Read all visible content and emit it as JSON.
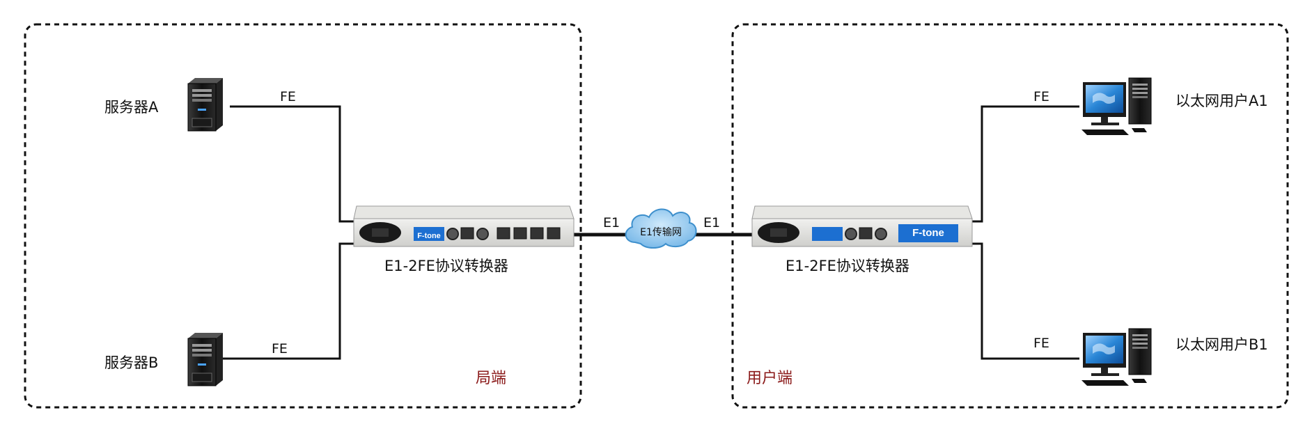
{
  "left_zone": {
    "label": "局端",
    "server_a": "服务器A",
    "server_b": "服务器B",
    "link_a": "FE",
    "link_b": "FE",
    "converter": "E1-2FE协议转换器",
    "brand": "F-tone"
  },
  "center": {
    "cloud": "E1传输网",
    "link_left": "E1",
    "link_right": "E1"
  },
  "right_zone": {
    "label": "用户端",
    "user_a": "以太网用户A1",
    "user_b": "以太网用户B1",
    "link_a": "FE",
    "link_b": "FE",
    "converter": "E1-2FE协议转换器",
    "brand": "F-tone"
  },
  "colors": {
    "zone_border": "#111111",
    "cable": "#111111",
    "zone_label": "#8b1a1a",
    "brand_blue": "#1c6fd1",
    "cloud_blue": "#8fc7ef",
    "monitor_screen": "#2a86d6"
  },
  "icons": [
    "server-icon",
    "desktop-computer-icon",
    "converter-device-icon",
    "cloud-icon"
  ]
}
